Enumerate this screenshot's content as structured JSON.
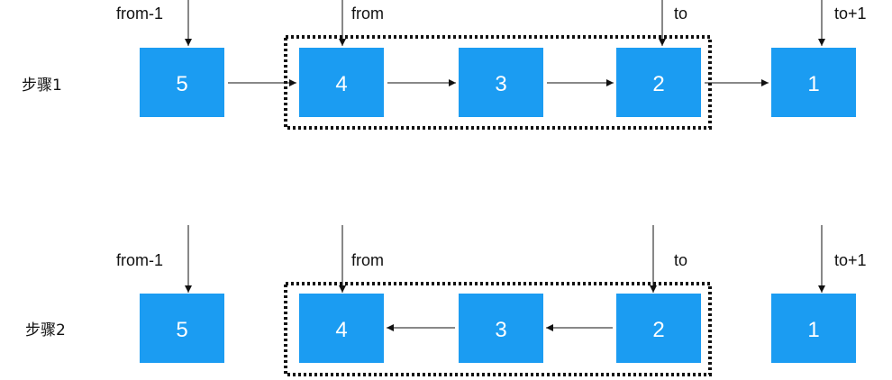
{
  "steps": [
    {
      "label": "步骤1",
      "nodes": [
        "5",
        "4",
        "3",
        "2",
        "1"
      ],
      "pointers": [
        "from-1",
        "from",
        "to",
        "to+1"
      ],
      "links": [
        {
          "from": 0,
          "to": 1
        },
        {
          "from": 1,
          "to": 2
        },
        {
          "from": 2,
          "to": 3
        },
        {
          "from": 3,
          "to": 4
        }
      ],
      "highlight": {
        "first": 1,
        "last": 3
      }
    },
    {
      "label": "步骤2",
      "nodes": [
        "5",
        "4",
        "3",
        "2",
        "1"
      ],
      "pointers": [
        "from-1",
        "from",
        "to",
        "to+1"
      ],
      "links": [
        {
          "from": 2,
          "to": 1
        },
        {
          "from": 3,
          "to": 2
        }
      ],
      "highlight": {
        "first": 1,
        "last": 3
      }
    }
  ],
  "colors": {
    "node": "#1b9cf2",
    "node_text": "#ffffff",
    "line": "#111111"
  }
}
